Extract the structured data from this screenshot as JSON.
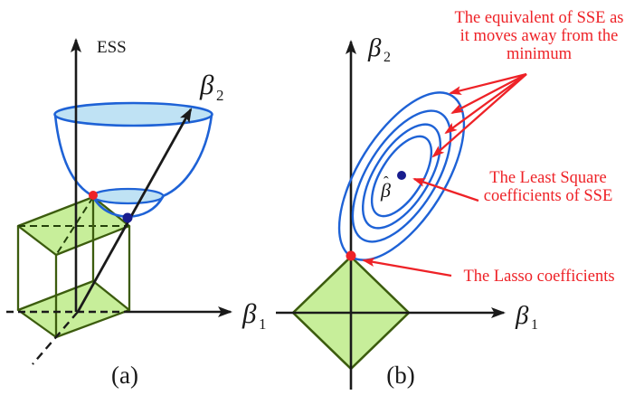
{
  "figure": {
    "type": "lasso-regression-geometry-diagram",
    "colors": {
      "axis_black": "#1a1a1a",
      "contour_blue": "#1e62d6",
      "surface_fill_blue": "#bfe2f4",
      "region_fill_green": "#c7ee9a",
      "region_stroke_green": "#3c5c0e",
      "annotation_red": "#ee2227",
      "point_navy": "#181d8e",
      "point_red": "#ee2227"
    },
    "panel_a": {
      "caption": "(a)",
      "ess_axis_label": "ESS",
      "beta1_label": "β",
      "beta1_subscript": "1",
      "beta2_label": "β",
      "beta2_subscript": "2"
    },
    "panel_b": {
      "caption": "(b)",
      "beta1_label": "β",
      "beta1_subscript": "1",
      "beta2_label": "β",
      "beta2_subscript": "2",
      "beta_hat_label": "β",
      "beta_hat_accent": "ˆ"
    },
    "annotations": {
      "sse_contours": {
        "line1": "The equivalent of SSE as",
        "line2": "it moves away from the",
        "line3": "minimum"
      },
      "least_squares": {
        "line1": "The Least Square",
        "line2": "coefficients of SSE"
      },
      "lasso": {
        "text": "The Lasso coefficients"
      }
    }
  }
}
